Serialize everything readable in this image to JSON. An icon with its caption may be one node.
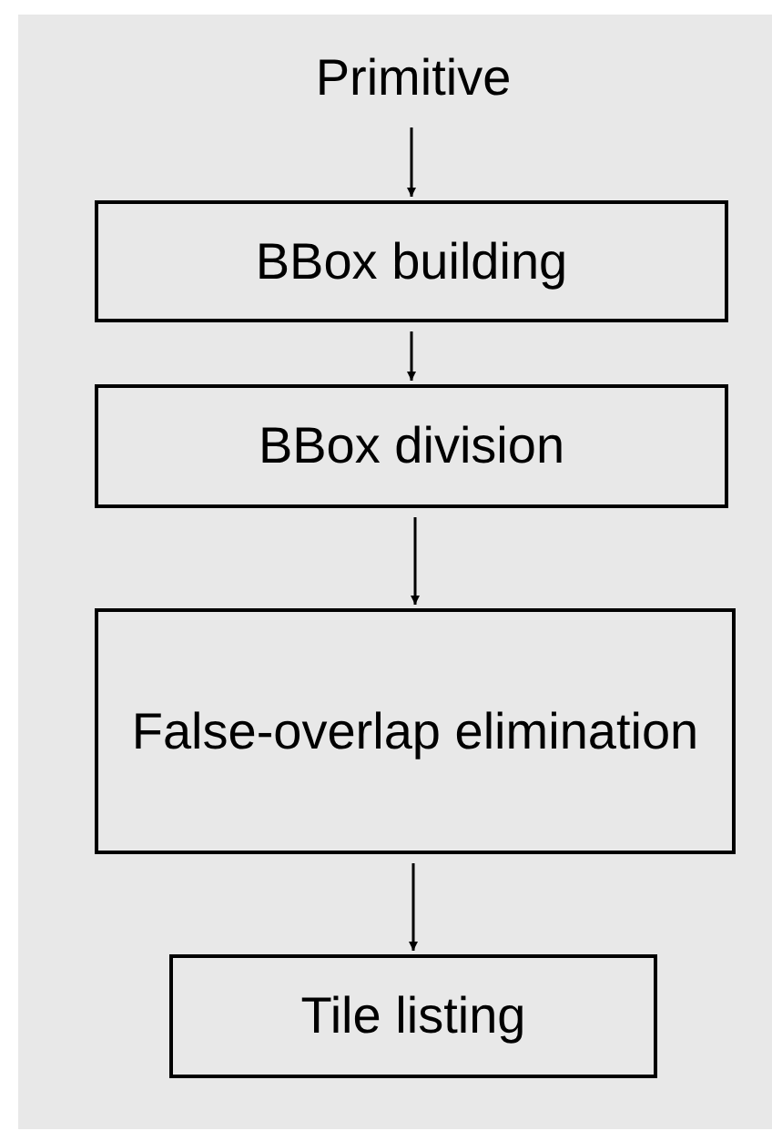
{
  "diagram": {
    "nodes": [
      {
        "text": [
          "Primitive"
        ]
      },
      {
        "text": [
          "BBox building"
        ]
      },
      {
        "text": [
          "BBox division"
        ]
      },
      {
        "text": [
          "False-overlap elimination"
        ]
      },
      {
        "text": [
          "Tile listing"
        ]
      }
    ],
    "edges": [
      {
        "from": 0,
        "to": 1,
        "arrow": "to"
      },
      {
        "from": 1,
        "to": 2,
        "arrow": "to"
      },
      {
        "from": 2,
        "to": 3,
        "arrow": "to"
      },
      {
        "from": 3,
        "to": 4,
        "arrow": "to"
      }
    ]
  }
}
